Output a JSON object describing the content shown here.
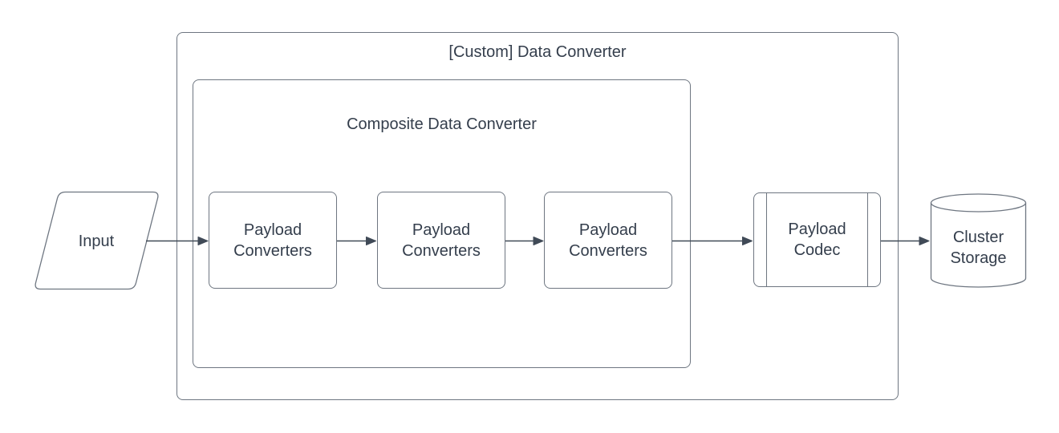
{
  "colors": {
    "background": "#ffffff",
    "shape_stroke": "#6e7681",
    "shape_fill": "#ffffff",
    "arrow": "#404a57",
    "text": "#343e4c"
  },
  "diagram": {
    "nodes": {
      "input": {
        "label": "Input",
        "shape": "parallelogram"
      },
      "custom_converter": {
        "label": "[Custom] Data Converter",
        "shape": "container"
      },
      "composite_converter": {
        "label": "Composite Data Converter",
        "shape": "container"
      },
      "payload_converter_1": {
        "label": "Payload Converters",
        "shape": "rounded-rect"
      },
      "payload_converter_2": {
        "label": "Payload Converters",
        "shape": "rounded-rect"
      },
      "payload_converter_3": {
        "label": "Payload Converters",
        "shape": "rounded-rect"
      },
      "payload_codec": {
        "label": "Payload Codec",
        "shape": "predefined-process"
      },
      "cluster_storage": {
        "label": "Cluster Storage",
        "shape": "cylinder"
      }
    },
    "edges": [
      {
        "from": "input",
        "to": "payload_converter_1"
      },
      {
        "from": "payload_converter_1",
        "to": "payload_converter_2"
      },
      {
        "from": "payload_converter_2",
        "to": "payload_converter_3"
      },
      {
        "from": "payload_converter_3",
        "to": "payload_codec"
      },
      {
        "from": "payload_codec",
        "to": "cluster_storage"
      }
    ]
  }
}
